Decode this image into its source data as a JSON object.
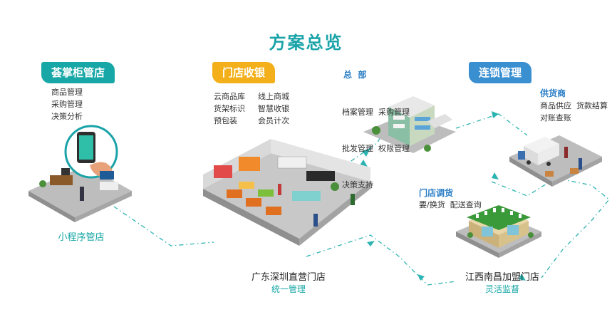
{
  "title": "方案总览",
  "left": {
    "tag": "荟掌柜管店",
    "items": [
      "商品管理",
      "采购管理",
      "决策分析"
    ],
    "caption": "小程序管店"
  },
  "center": {
    "tag": "门店收银",
    "col1": [
      "云商品库",
      "货架标识",
      "预包装"
    ],
    "col2": [
      "线上商城",
      "智慧收银",
      "会员计次"
    ],
    "caption": "广东深圳直营门店",
    "subcaption": "统一管理"
  },
  "hq": {
    "heading": "总  部",
    "lines": [
      "档案管理  采购管理",
      "批发管理  权限管理",
      "决策支持"
    ]
  },
  "chain": {
    "tag": "连锁管理"
  },
  "supplier": {
    "heading": "供货商",
    "lines": [
      "商品供应  货款结算",
      "对账查账"
    ]
  },
  "transfer": {
    "heading": "门店调货",
    "lines": [
      "要/换货  配送查询"
    ]
  },
  "franchise": {
    "caption": "江西南昌加盟门店",
    "subcaption": "灵活监督"
  },
  "colors": {
    "teal": "#16a7a6",
    "yellow": "#f3b01b",
    "blue": "#3a8fd1",
    "title": "#1aa3a8"
  }
}
